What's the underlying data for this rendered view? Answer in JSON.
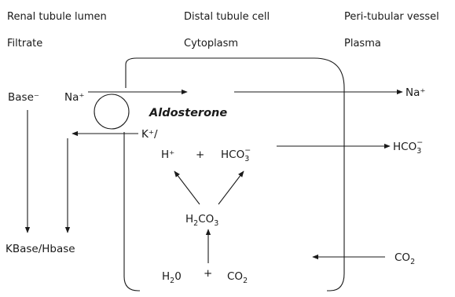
{
  "headers": {
    "lumen_title": "Renal tubule lumen",
    "cell_title": "Distal tubule cell",
    "vessel_title": "Peri-tubular vessel",
    "lumen_sub": "Filtrate",
    "cell_sub": "Cytoplasm",
    "vessel_sub": "Plasma"
  },
  "labels": {
    "base": "Base⁻",
    "na_in": "Na⁺",
    "aldosterone": "Aldosterone",
    "k_out": "K⁺/",
    "na_out": "Na⁺",
    "kbase": "KBase/Hbase"
  },
  "chem": {
    "h_plus": "H⁺",
    "plus": "+",
    "hco3_base": "HCO",
    "hco3_sub": "3",
    "hco3_sup": "−",
    "h2co3_h": "H",
    "h2co3_2": "2",
    "h2co3_co": "CO",
    "h2co3_3": "3",
    "h2o_h": "H",
    "h2o_2": "2",
    "h2o_o": "0",
    "co2_base": "CO",
    "co2_sub": "2"
  }
}
